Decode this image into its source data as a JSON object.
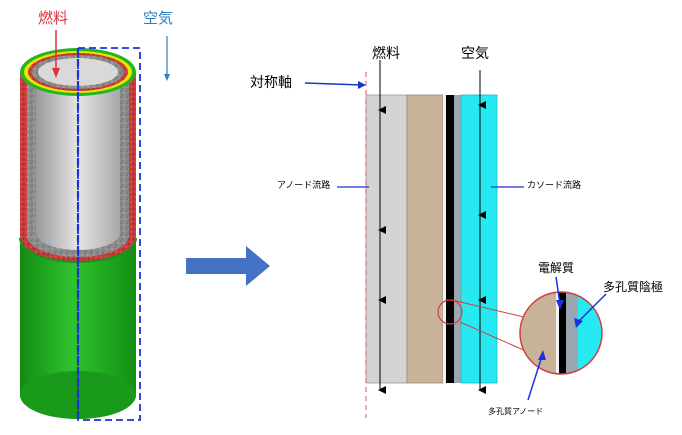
{
  "labels": {
    "fuel_left": "燃料",
    "air_left": "空気",
    "fuel_right": "燃料",
    "air_right": "空気",
    "symmetry_axis": "対称軸",
    "anode_channel": "アノード流路",
    "cathode_channel": "カソード流路",
    "electrolyte": "電解質",
    "porous_cathode": "多孔質陰極",
    "porous_anode": "多孔質アノード"
  },
  "colors": {
    "fuel_red": "#e0303a",
    "air_blue": "#2d7fc0",
    "tube_green": "#22b022",
    "tube_yellow": "#e6e600",
    "cut_red": "#c83232",
    "inner_grey": "#c8c8c8",
    "anode_channel": "#d3d3d3",
    "porous_anode": "#c8b39a",
    "electrolyte": "#000000",
    "porous_cathode": "#9aa6b0",
    "cathode_channel": "#27e9f2",
    "arrow_blue": "#4472c4",
    "pointer_blue": "#1a33d8"
  }
}
